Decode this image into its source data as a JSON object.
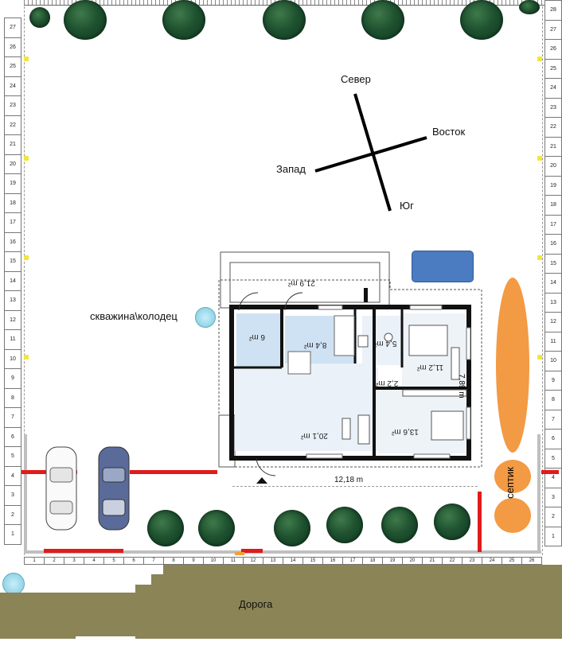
{
  "compass": {
    "north": "Север",
    "east": "Восток",
    "west": "Запад",
    "south": "Юг"
  },
  "labels": {
    "well": "скважина\\колодец",
    "septic": "септик",
    "road": "Дорога"
  },
  "rooms": {
    "total": "21,9 m²",
    "vestibule": "6 m²",
    "kitchen": "8,4 m²",
    "bath": "5,4 m²",
    "bedroom1": "11,2 m²",
    "hall": "2,2 m²",
    "living": "20,1 m²",
    "bedroom2": "13,6 m²",
    "width_dim": "12,18 m",
    "depth_dim": "7,89 m"
  },
  "ruler_left": [
    "27",
    "26",
    "25",
    "24",
    "23",
    "22",
    "21",
    "20",
    "19",
    "18",
    "17",
    "16",
    "15",
    "14",
    "13",
    "12",
    "11",
    "10",
    "9",
    "8",
    "7",
    "6",
    "5",
    "4",
    "3",
    "2",
    "1"
  ],
  "ruler_right": [
    "28",
    "27",
    "26",
    "25",
    "24",
    "23",
    "22",
    "21",
    "20",
    "19",
    "18",
    "17",
    "16",
    "15",
    "14",
    "13",
    "12",
    "11",
    "10",
    "9",
    "8",
    "7",
    "6",
    "5",
    "4",
    "3",
    "2",
    "1"
  ],
  "ruler_bottom": [
    "1",
    "2",
    "3",
    "4",
    "5",
    "6",
    "7",
    "8",
    "9",
    "10",
    "11",
    "12",
    "13",
    "14",
    "15",
    "16",
    "17",
    "18",
    "19",
    "20",
    "21",
    "22",
    "23",
    "24",
    "25",
    "26"
  ],
  "colors": {
    "tree": "#1f5230",
    "road": "#8a8456",
    "septic": "#f39a44",
    "pool": "#4b7bc0",
    "fence": "#e01b1b",
    "well": "#9fd8ea"
  }
}
